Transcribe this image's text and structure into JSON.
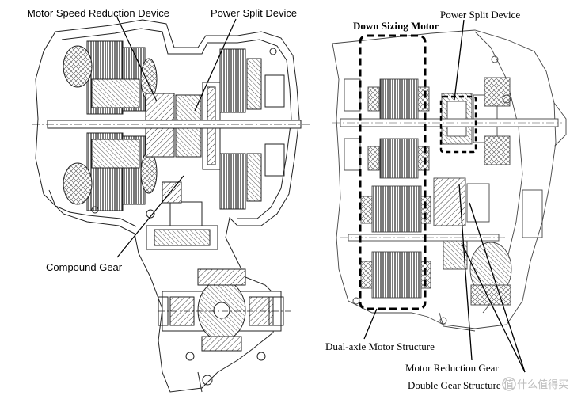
{
  "left_diagram": {
    "labels": {
      "motor_speed_reduction": "Motor Speed Reduction Device",
      "power_split": "Power Split Device",
      "compound_gear": "Compound Gear"
    }
  },
  "right_diagram": {
    "labels": {
      "power_split": "Power Split Device",
      "down_sizing_motor": "Down Sizing Motor",
      "dual_axle": "Dual-axle Motor Structure",
      "motor_reduction_gear": "Motor Reduction Gear",
      "double_gear": "Double Gear Structure"
    }
  },
  "watermark": {
    "text": "值 什么值得买",
    "icon": "circle-logo"
  }
}
